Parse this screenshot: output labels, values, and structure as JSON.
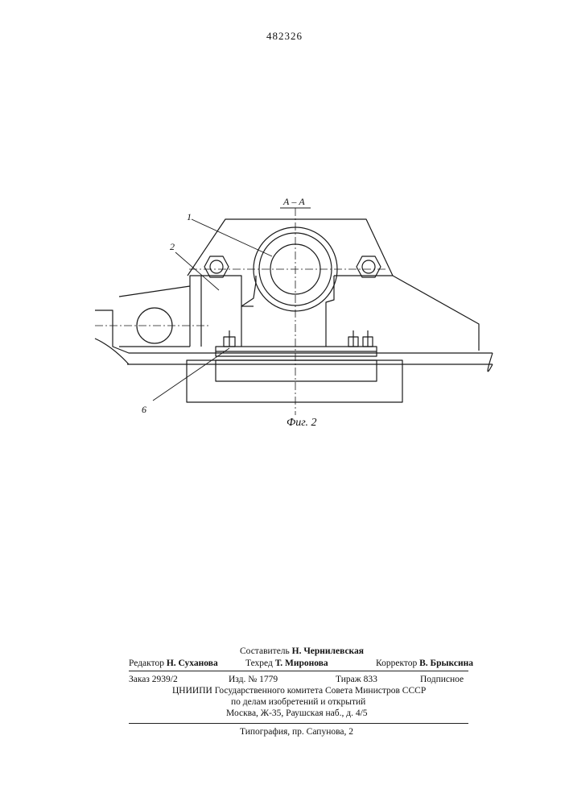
{
  "header": {
    "patent_number": "482326"
  },
  "figure": {
    "section_label": "А – А",
    "callouts": [
      "1",
      "2",
      "6"
    ],
    "caption": "Фиг. 2"
  },
  "colophon": {
    "compiler_label": "Составитель",
    "compiler_name": "Н. Чернилевская",
    "editor_label": "Редактор",
    "editor_name": "Н. Суханова",
    "techred_label": "Техред",
    "techred_name": "Т. Миронова",
    "corrector_label": "Корректор",
    "corrector_name": "В. Брыксина",
    "order": "Заказ 2939/2",
    "publication": "Изд. № 1779",
    "circulation": "Тираж 833",
    "subscription": "Подписное",
    "org_line1": "ЦНИИПИ Государственного комитета Совета Министров СССР",
    "org_line2": "по делам изобретений и открытий",
    "org_address": "Москва, Ж-35, Раушская наб., д. 4/5",
    "printer": "Типография, пр. Сапунова, 2"
  }
}
